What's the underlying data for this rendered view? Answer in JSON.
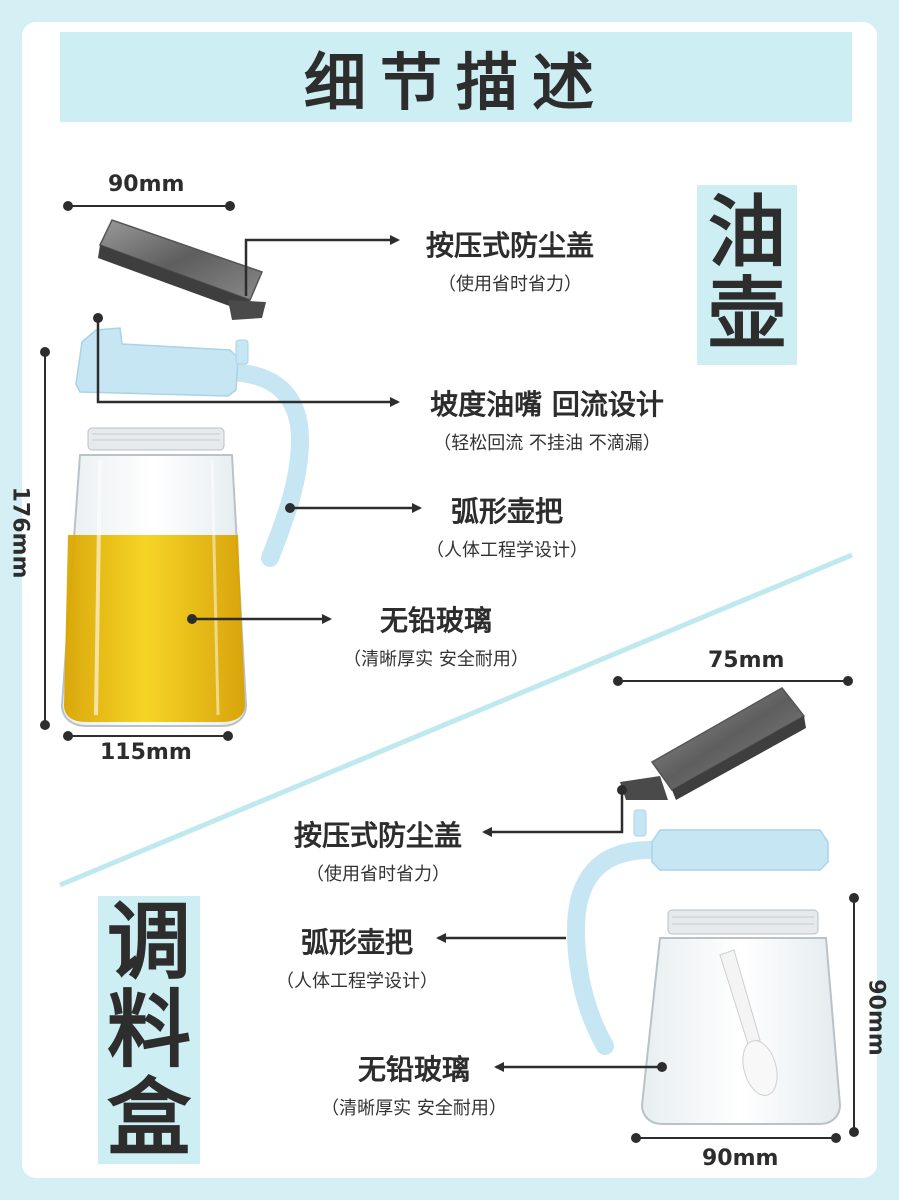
{
  "title": "细节描述",
  "oil_pot": {
    "label": "油壶",
    "dims": {
      "width_top": "90mm",
      "height": "176mm",
      "width_bottom": "115mm"
    },
    "features": [
      {
        "title": "按压式防尘盖",
        "subtitle": "（使用省时省力）"
      },
      {
        "title": "坡度油嘴 回流设计",
        "subtitle": "（轻松回流 不挂油 不滴漏）"
      },
      {
        "title": "弧形壶把",
        "subtitle": "（人体工程学设计）"
      },
      {
        "title": "无铅玻璃",
        "subtitle": "（清晰厚实 安全耐用）"
      }
    ]
  },
  "spice_box": {
    "label": "调料盒",
    "dims": {
      "width_top": "75mm",
      "height": "90mm",
      "width_bottom": "90mm"
    },
    "features": [
      {
        "title": "按压式防尘盖",
        "subtitle": "（使用省时省力）"
      },
      {
        "title": "弧形壶把",
        "subtitle": "（人体工程学设计）"
      },
      {
        "title": "无铅玻璃",
        "subtitle": "（清晰厚实 安全耐用）"
      }
    ]
  },
  "colors": {
    "background": "#d4f0f4",
    "banner": "#cdeff3",
    "lid_blue": "#c6e6f4",
    "oil": "#e9b400",
    "metal_cap": "#6f6f6f"
  }
}
